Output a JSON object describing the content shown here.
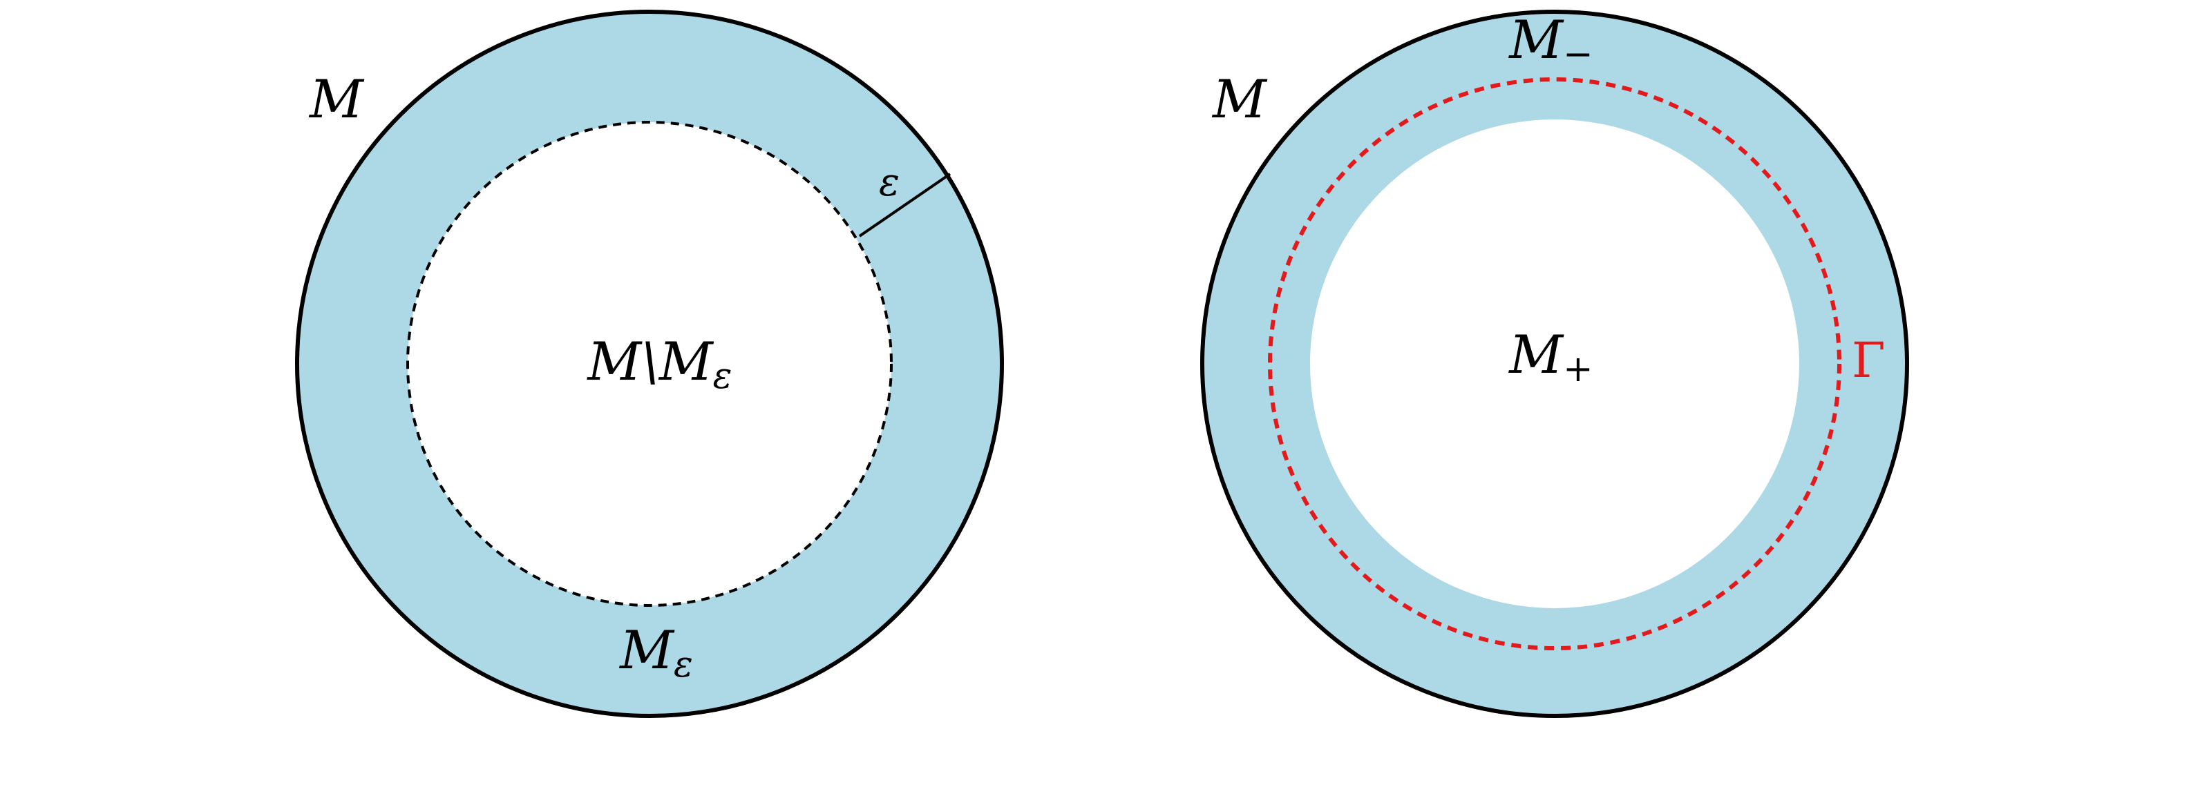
{
  "colors": {
    "fill": "#add8e6",
    "outline": "#000000",
    "interface": "#e31a1c",
    "background": "#ffffff"
  },
  "left_panel": {
    "label_M": "M",
    "label_interior_main": "M\\M",
    "label_interior_sub": "ε",
    "label_eps": "ε",
    "label_band_main": "M",
    "label_band_sub": "ε"
  },
  "right_panel": {
    "label_M": "M",
    "label_outer_main": "M",
    "label_outer_sub": "−",
    "label_inner_main": "M",
    "label_inner_sub": "+",
    "label_gamma": "Γ"
  }
}
